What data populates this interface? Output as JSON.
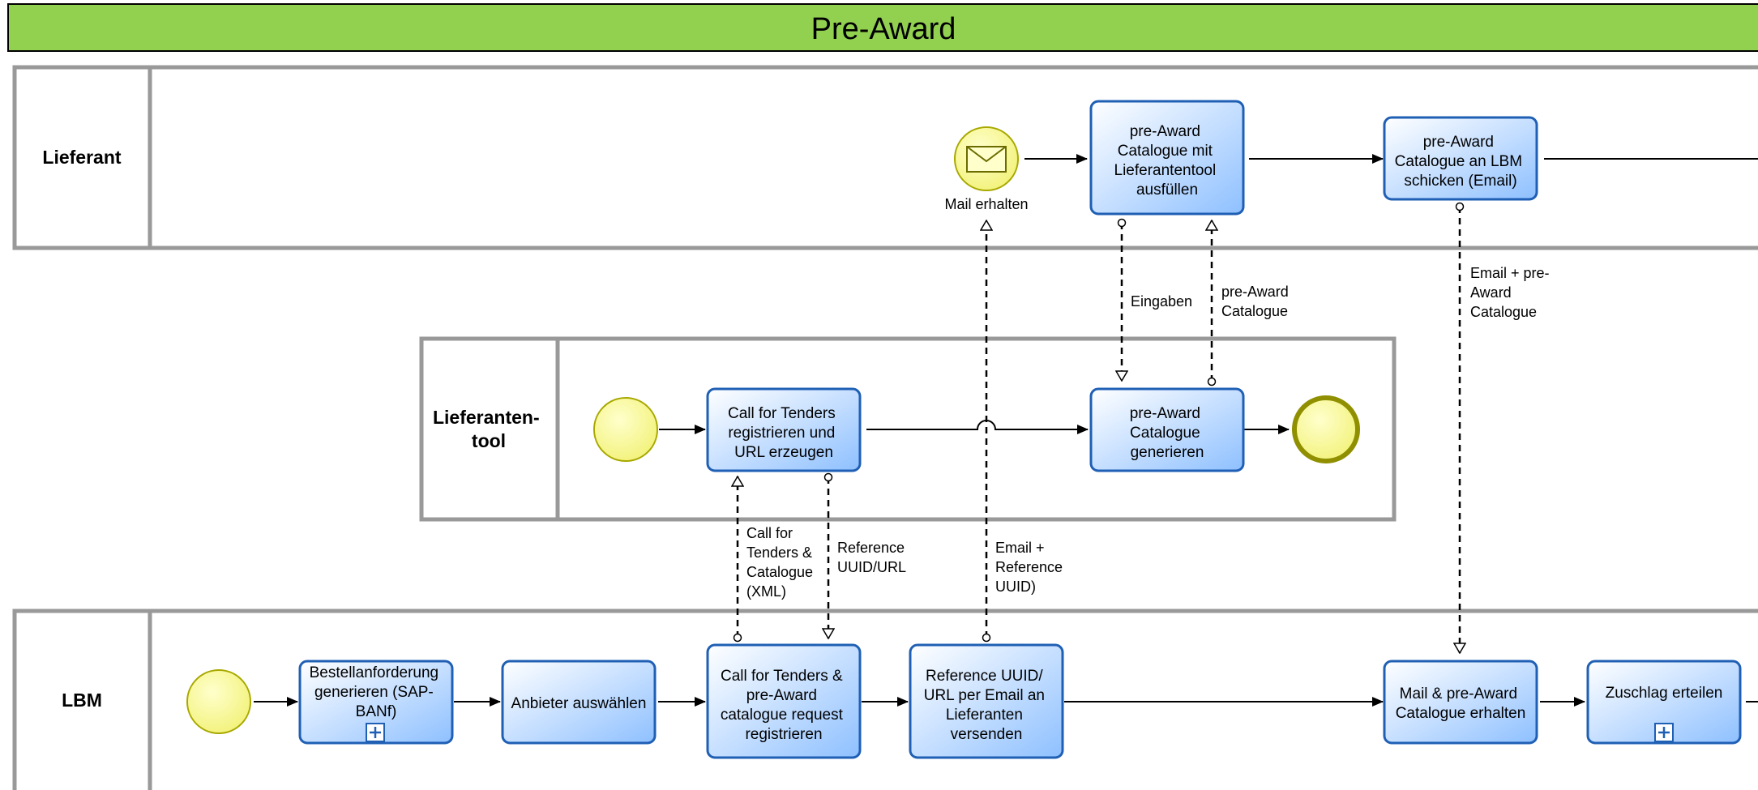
{
  "title": "Pre-Award",
  "colors": {
    "header": "#92d050",
    "task_border": "#1f5fb4",
    "task_fill_top": "#ffffff",
    "task_fill_bottom": "#8ec0ff",
    "event_fill": "#ffff99",
    "event_border": "#a8a800",
    "lane_border": "#999999"
  },
  "lanes": {
    "lieferant": "Lieferant",
    "tool": [
      "Lieferanten-",
      "tool"
    ],
    "lbm": "LBM"
  },
  "events": {
    "mail": "Mail erhalten"
  },
  "tasks": {
    "fill_catalogue": [
      "pre-Award",
      "Catalogue mit",
      "Lieferantentool",
      "ausfüllen"
    ],
    "send_catalogue": [
      "pre-Award",
      "Catalogue an LBM",
      "schicken (Email)"
    ],
    "register_url": [
      "Call for Tenders",
      "registrieren und",
      "URL erzeugen"
    ],
    "generate_catalogue": [
      "pre-Award",
      "Catalogue",
      "generieren"
    ],
    "bestellanforderung": [
      "Bestellanforderung",
      "generieren (SAP-",
      "BANf)"
    ],
    "anbieter": [
      "Anbieter auswählen"
    ],
    "register_cft": [
      "Call for Tenders &",
      "pre-Award",
      "catalogue request",
      "registrieren"
    ],
    "send_reference": [
      "Reference UUID/",
      "URL per Email an",
      "Lieferanten",
      "versenden"
    ],
    "receive_mail": [
      "Mail & pre-Award",
      "Catalogue erhalten"
    ],
    "zuschlag": [
      "Zuschlag erteilen"
    ]
  },
  "flows": {
    "eingaben": [
      "Eingaben"
    ],
    "pre_award_catalogue": [
      "pre-Award",
      "Catalogue"
    ],
    "email_pre_award": [
      "Email + pre-",
      "Award",
      "Catalogue"
    ],
    "call_for_tenders": [
      "Call for",
      "Tenders &",
      "Catalogue",
      "(XML)"
    ],
    "reference_uuid_url": [
      "Reference",
      "UUID/URL"
    ],
    "email_reference": [
      "Email +",
      "Reference",
      "UUID)"
    ]
  }
}
